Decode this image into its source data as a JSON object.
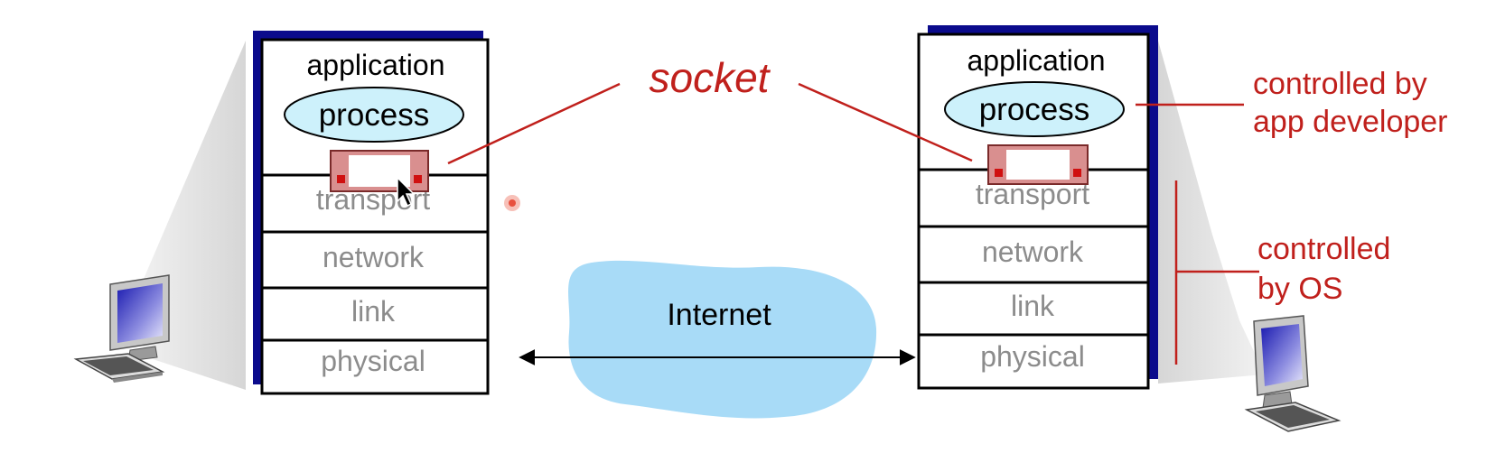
{
  "hosts": {
    "left": {
      "application_label": "application",
      "process_label": "process",
      "layers": [
        "transport",
        "network",
        "link",
        "physical"
      ]
    },
    "right": {
      "application_label": "application",
      "process_label": "process",
      "layers": [
        "transport",
        "network",
        "link",
        "physical"
      ]
    }
  },
  "labels": {
    "socket": "socket",
    "internet": "Internet",
    "app_developer_line1": "controlled by",
    "app_developer_line2": "app developer",
    "os_line1": "controlled",
    "os_line2": "by OS"
  },
  "icons": [
    "computer-icon",
    "mouse-cursor-icon"
  ],
  "colors": {
    "accent_red": "#c0201c",
    "internet_cloud": "#a8dbf7",
    "process_oval": "#cdf1fb",
    "stack_shadow": "#0b0b8c",
    "socket_fill": "#d98f8f",
    "layer_text": "#8c8c8c"
  }
}
